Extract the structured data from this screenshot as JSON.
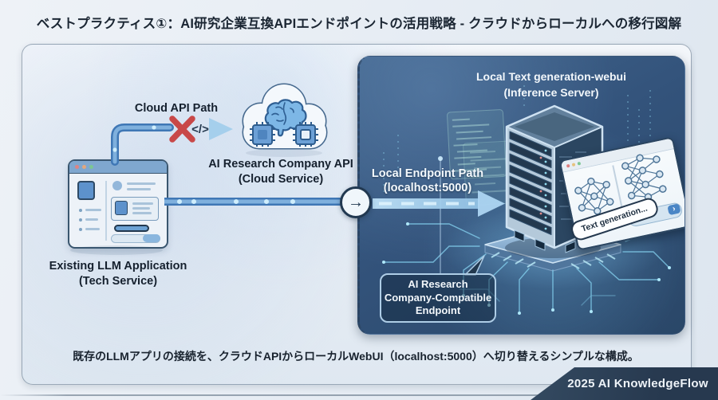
{
  "title": "ベストプラクティス①：AI研究企業互換APIエンドポイントの活用戦略 - クラウドからローカルへの移行図解",
  "diagram": {
    "cloud_path_label": "Cloud API Path",
    "code_glyph": "</>",
    "transfer_arrow_glyph": "→",
    "cloud_api": {
      "name": "AI Research Company API",
      "type": "(Cloud Service)"
    },
    "app": {
      "name": "Existing LLM Application",
      "type": "(Tech Service)"
    },
    "local_panel": {
      "title": "Local Text generation-webui",
      "subtitle": "(Inference Server)",
      "endpoint_label": "Local Endpoint Path",
      "endpoint_address": "(localhost:5000)",
      "callout": [
        "AI Research",
        "Company-Compatible",
        "Endpoint"
      ],
      "webui_card": {
        "input_text": "Text generation...",
        "send_glyph": "›"
      }
    }
  },
  "caption": "既存のLLMアプリの接続を、クラウドAPIからローカルWebUI（localhost:5000）へ切り替えるシンプルな構成。",
  "footer": {
    "brand": "2025 AI KnowledgeFlow"
  },
  "colors": {
    "accent_blue": "#4a85c4",
    "dark_panel": "#2e4d70",
    "error_red": "#c84848",
    "light_arrow": "#a9d2ef",
    "badge_bg": "#2b3f55",
    "circuit_glow": "#86d4f2"
  }
}
